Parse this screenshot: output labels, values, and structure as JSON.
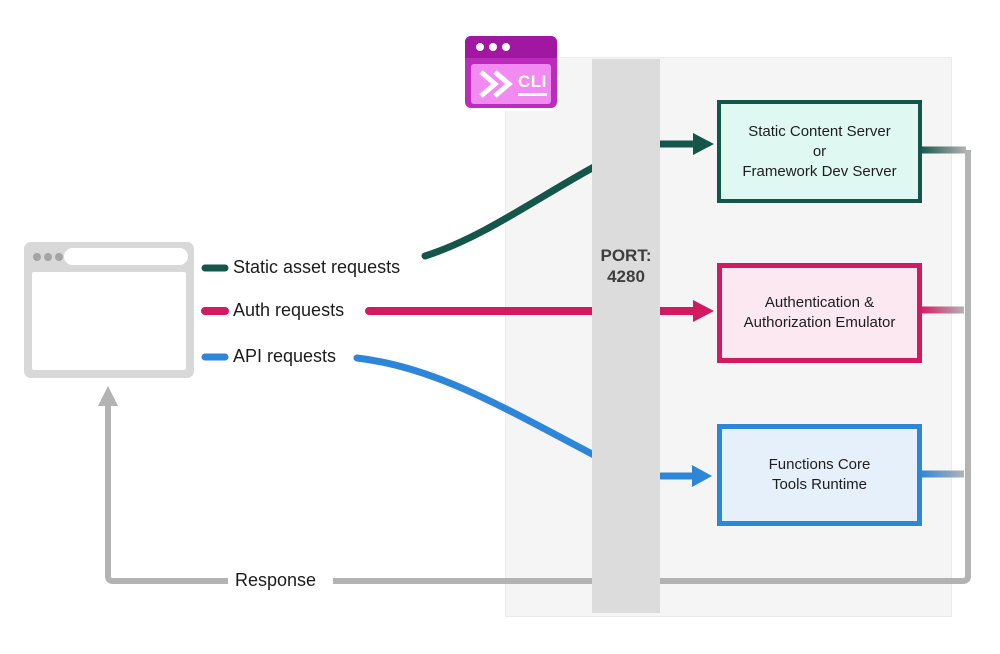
{
  "labels": {
    "static_requests": "Static asset requests",
    "auth_requests": "Auth requests",
    "api_requests": "API requests",
    "response": "Response"
  },
  "port_band": {
    "line1": "PORT:",
    "line2": "4280"
  },
  "cli_badge": {
    "label": "CLI"
  },
  "boxes": [
    {
      "id": "static-content-server",
      "lines": [
        "Static Content Server",
        "or",
        "Framework Dev Server"
      ],
      "border_color": "#14574A",
      "bg_color": "#E0F8F2"
    },
    {
      "id": "auth-emulator",
      "lines": [
        "Authentication &",
        "Authorization Emulator"
      ],
      "border_color": "#D21A60",
      "bg_color": "#FBE8F0"
    },
    {
      "id": "functions-core-tools",
      "lines": [
        "Functions Core",
        "Tools Runtime"
      ],
      "border_color": "#2E86D8",
      "bg_color": "#E6F0FB"
    }
  ],
  "colors": {
    "static_flow": "#14574A",
    "auth_flow": "#D21A60",
    "api_flow": "#2E86D8",
    "response_flow": "#B3B3B3",
    "port_band_bg": "#DCDCDC",
    "panel_bg": "#F5F5F6",
    "cli_frame": "#BD2BBD",
    "cli_titlebar": "#A217A2",
    "cli_screen": "#F18BF1"
  }
}
